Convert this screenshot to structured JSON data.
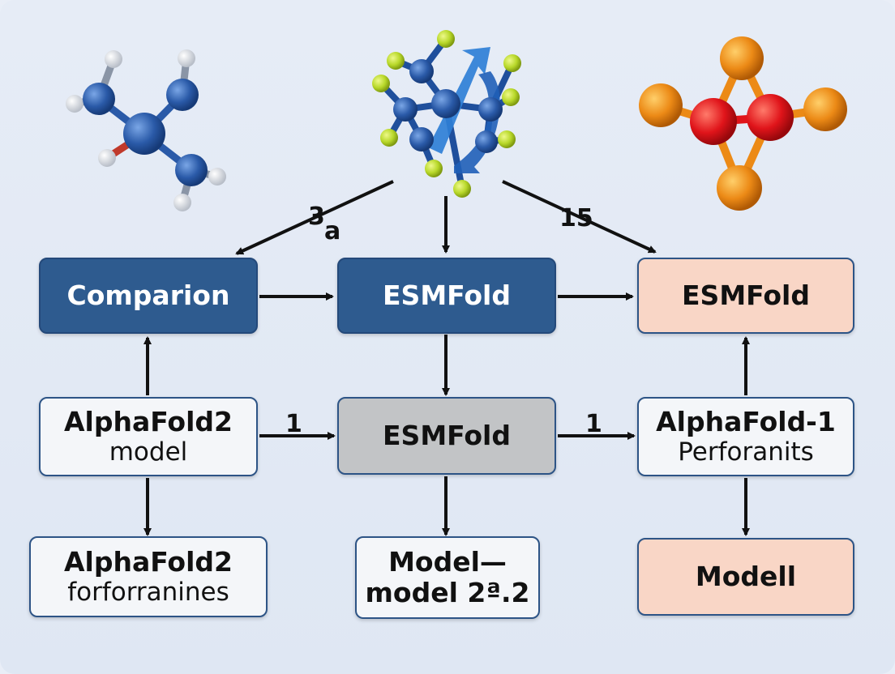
{
  "boxes": {
    "comparion": {
      "line1": "Comparion"
    },
    "esmfold_top": {
      "line1": "ESMFold"
    },
    "esmfold_right": {
      "line1": "ESMFold"
    },
    "alphafold2_model": {
      "line1": "AlphaFold2",
      "line2": "model"
    },
    "esmfold_mid": {
      "line1": "ESMFold"
    },
    "alphafold1": {
      "line1": "AlphaFold-1",
      "line2": "Perforanits"
    },
    "alphafold2_forf": {
      "line1": "AlphaFold2",
      "line2": "forforranines"
    },
    "model_model": {
      "line1": "Model—",
      "line2": "model 2ª.2"
    },
    "modell": {
      "line1": "Modell"
    }
  },
  "edge_labels": {
    "left_top_main": "3",
    "left_top_sub": "a",
    "right_top": "15",
    "mid_left": "1",
    "mid_right": "1"
  },
  "colors": {
    "dark_box": "#2e5b8f",
    "gray_box": "#c2c4c6",
    "peach_box": "#f9d6c6",
    "atom_blue": "#2a5aa8",
    "atom_yellow": "#b8d82a",
    "atom_red": "#e0141a",
    "atom_orange": "#ec8a16"
  }
}
